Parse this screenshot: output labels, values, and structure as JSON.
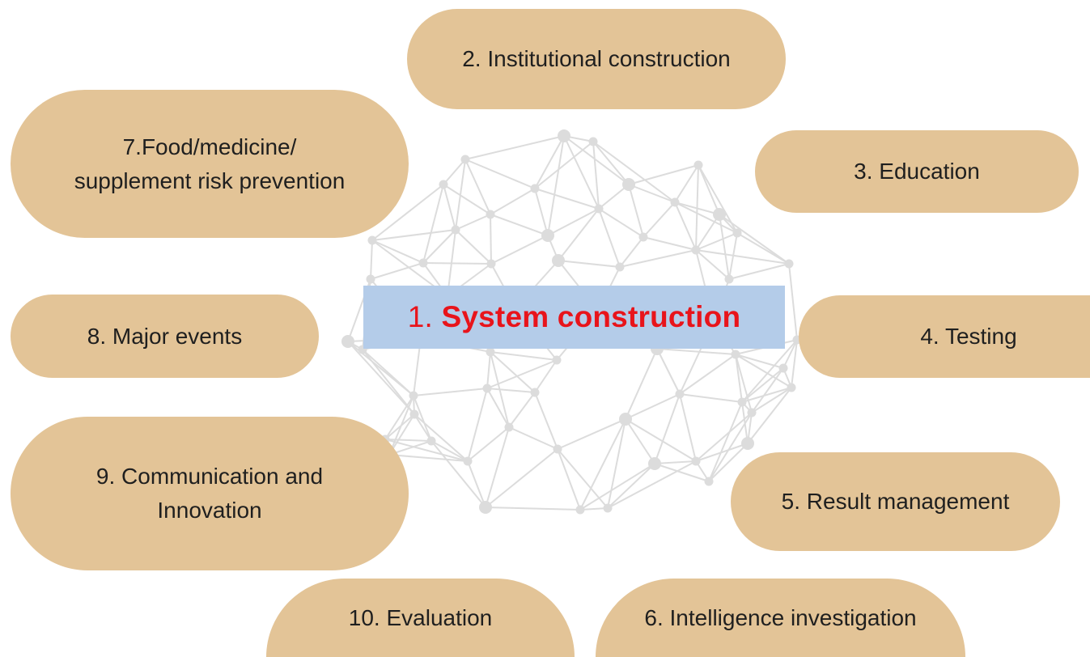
{
  "diagram": {
    "center": {
      "number": "1.",
      "label": "System construction",
      "text_color": "#e8141b",
      "box_color": "#b4cce9"
    },
    "pill_color": "#e3c497",
    "network_color": "#dcdcdc",
    "nodes": [
      {
        "id": "institutional",
        "lines": [
          "2. Institutional construction"
        ]
      },
      {
        "id": "education",
        "lines": [
          "3. Education"
        ]
      },
      {
        "id": "testing",
        "lines": [
          "4. Testing"
        ]
      },
      {
        "id": "result-management",
        "lines": [
          "5. Result management"
        ]
      },
      {
        "id": "intelligence",
        "lines": [
          "6. Intelligence investigation"
        ]
      },
      {
        "id": "risk-prevention",
        "lines": [
          "7.Food/medicine/",
          "supplement risk prevention"
        ]
      },
      {
        "id": "major-events",
        "lines": [
          "8. Major events"
        ]
      },
      {
        "id": "communication",
        "lines": [
          "9. Communication and",
          "Innovation"
        ]
      },
      {
        "id": "evaluation",
        "lines": [
          "10. Evaluation"
        ]
      }
    ]
  }
}
